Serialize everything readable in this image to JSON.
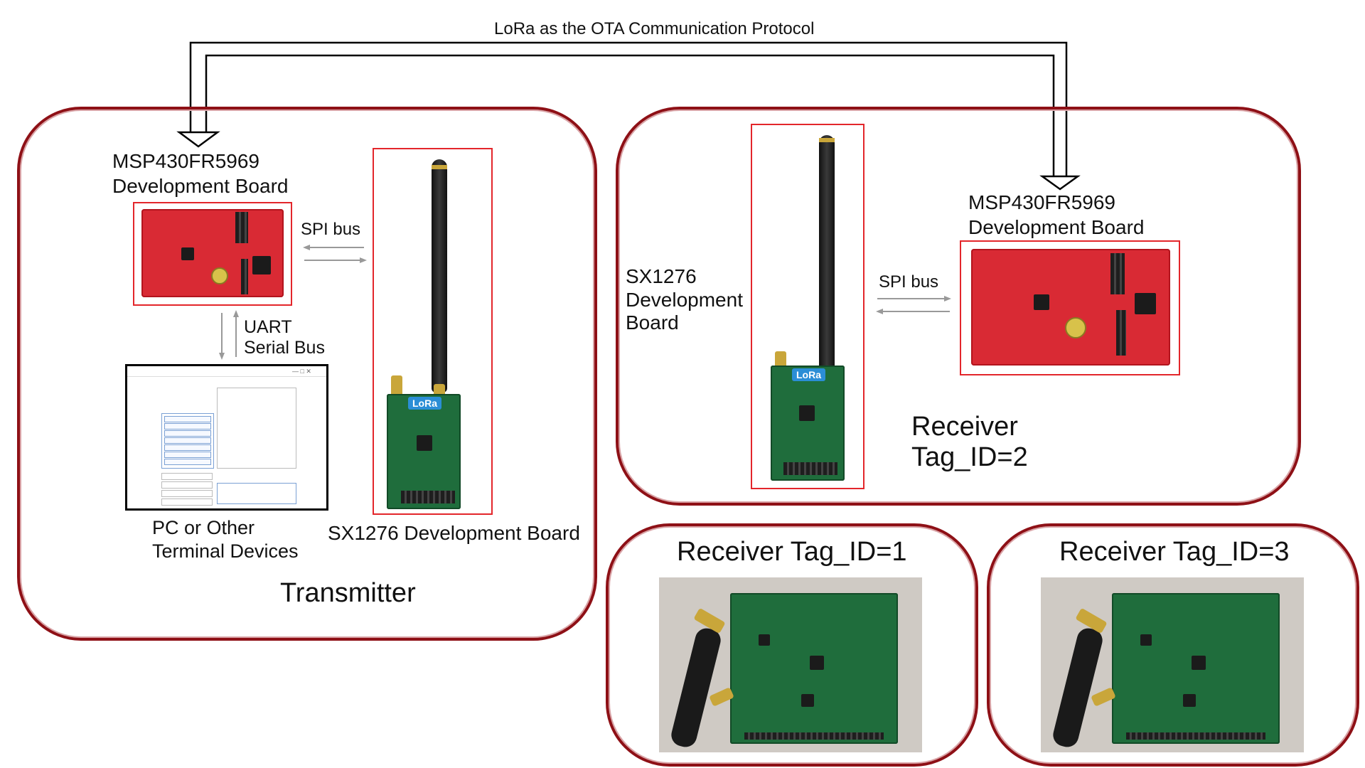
{
  "top_link": {
    "label": "LoRa as the OTA Communication Protocol"
  },
  "transmitter": {
    "title": "Transmitter",
    "msp_label_line1": "MSP430FR5969",
    "msp_label_line2": "Development Board",
    "spi_label": "SPI bus",
    "uart_line1": "UART",
    "uart_line2": "Serial Bus",
    "pc_line1": "PC or Other",
    "pc_line2": "Terminal Devices",
    "sx_label": "SX1276 Development Board",
    "lora_badge": "LoRa"
  },
  "receiver2": {
    "title_line1": "Receiver",
    "title_line2": "Tag_ID=2",
    "msp_label_line1": "MSP430FR5969",
    "msp_label_line2": "Development Board",
    "spi_label": "SPI bus",
    "sx_line1": "SX1276",
    "sx_line2": "Development",
    "sx_line3": "Board",
    "lora_badge": "LoRa"
  },
  "receiver1": {
    "title": "Receiver Tag_ID=1"
  },
  "receiver3": {
    "title": "Receiver Tag_ID=3"
  },
  "colors": {
    "panel_border": "#8e1016",
    "highlight_box": "#e3262b",
    "board_red": "#d92a34",
    "pcb_green": "#1f6d3c"
  }
}
